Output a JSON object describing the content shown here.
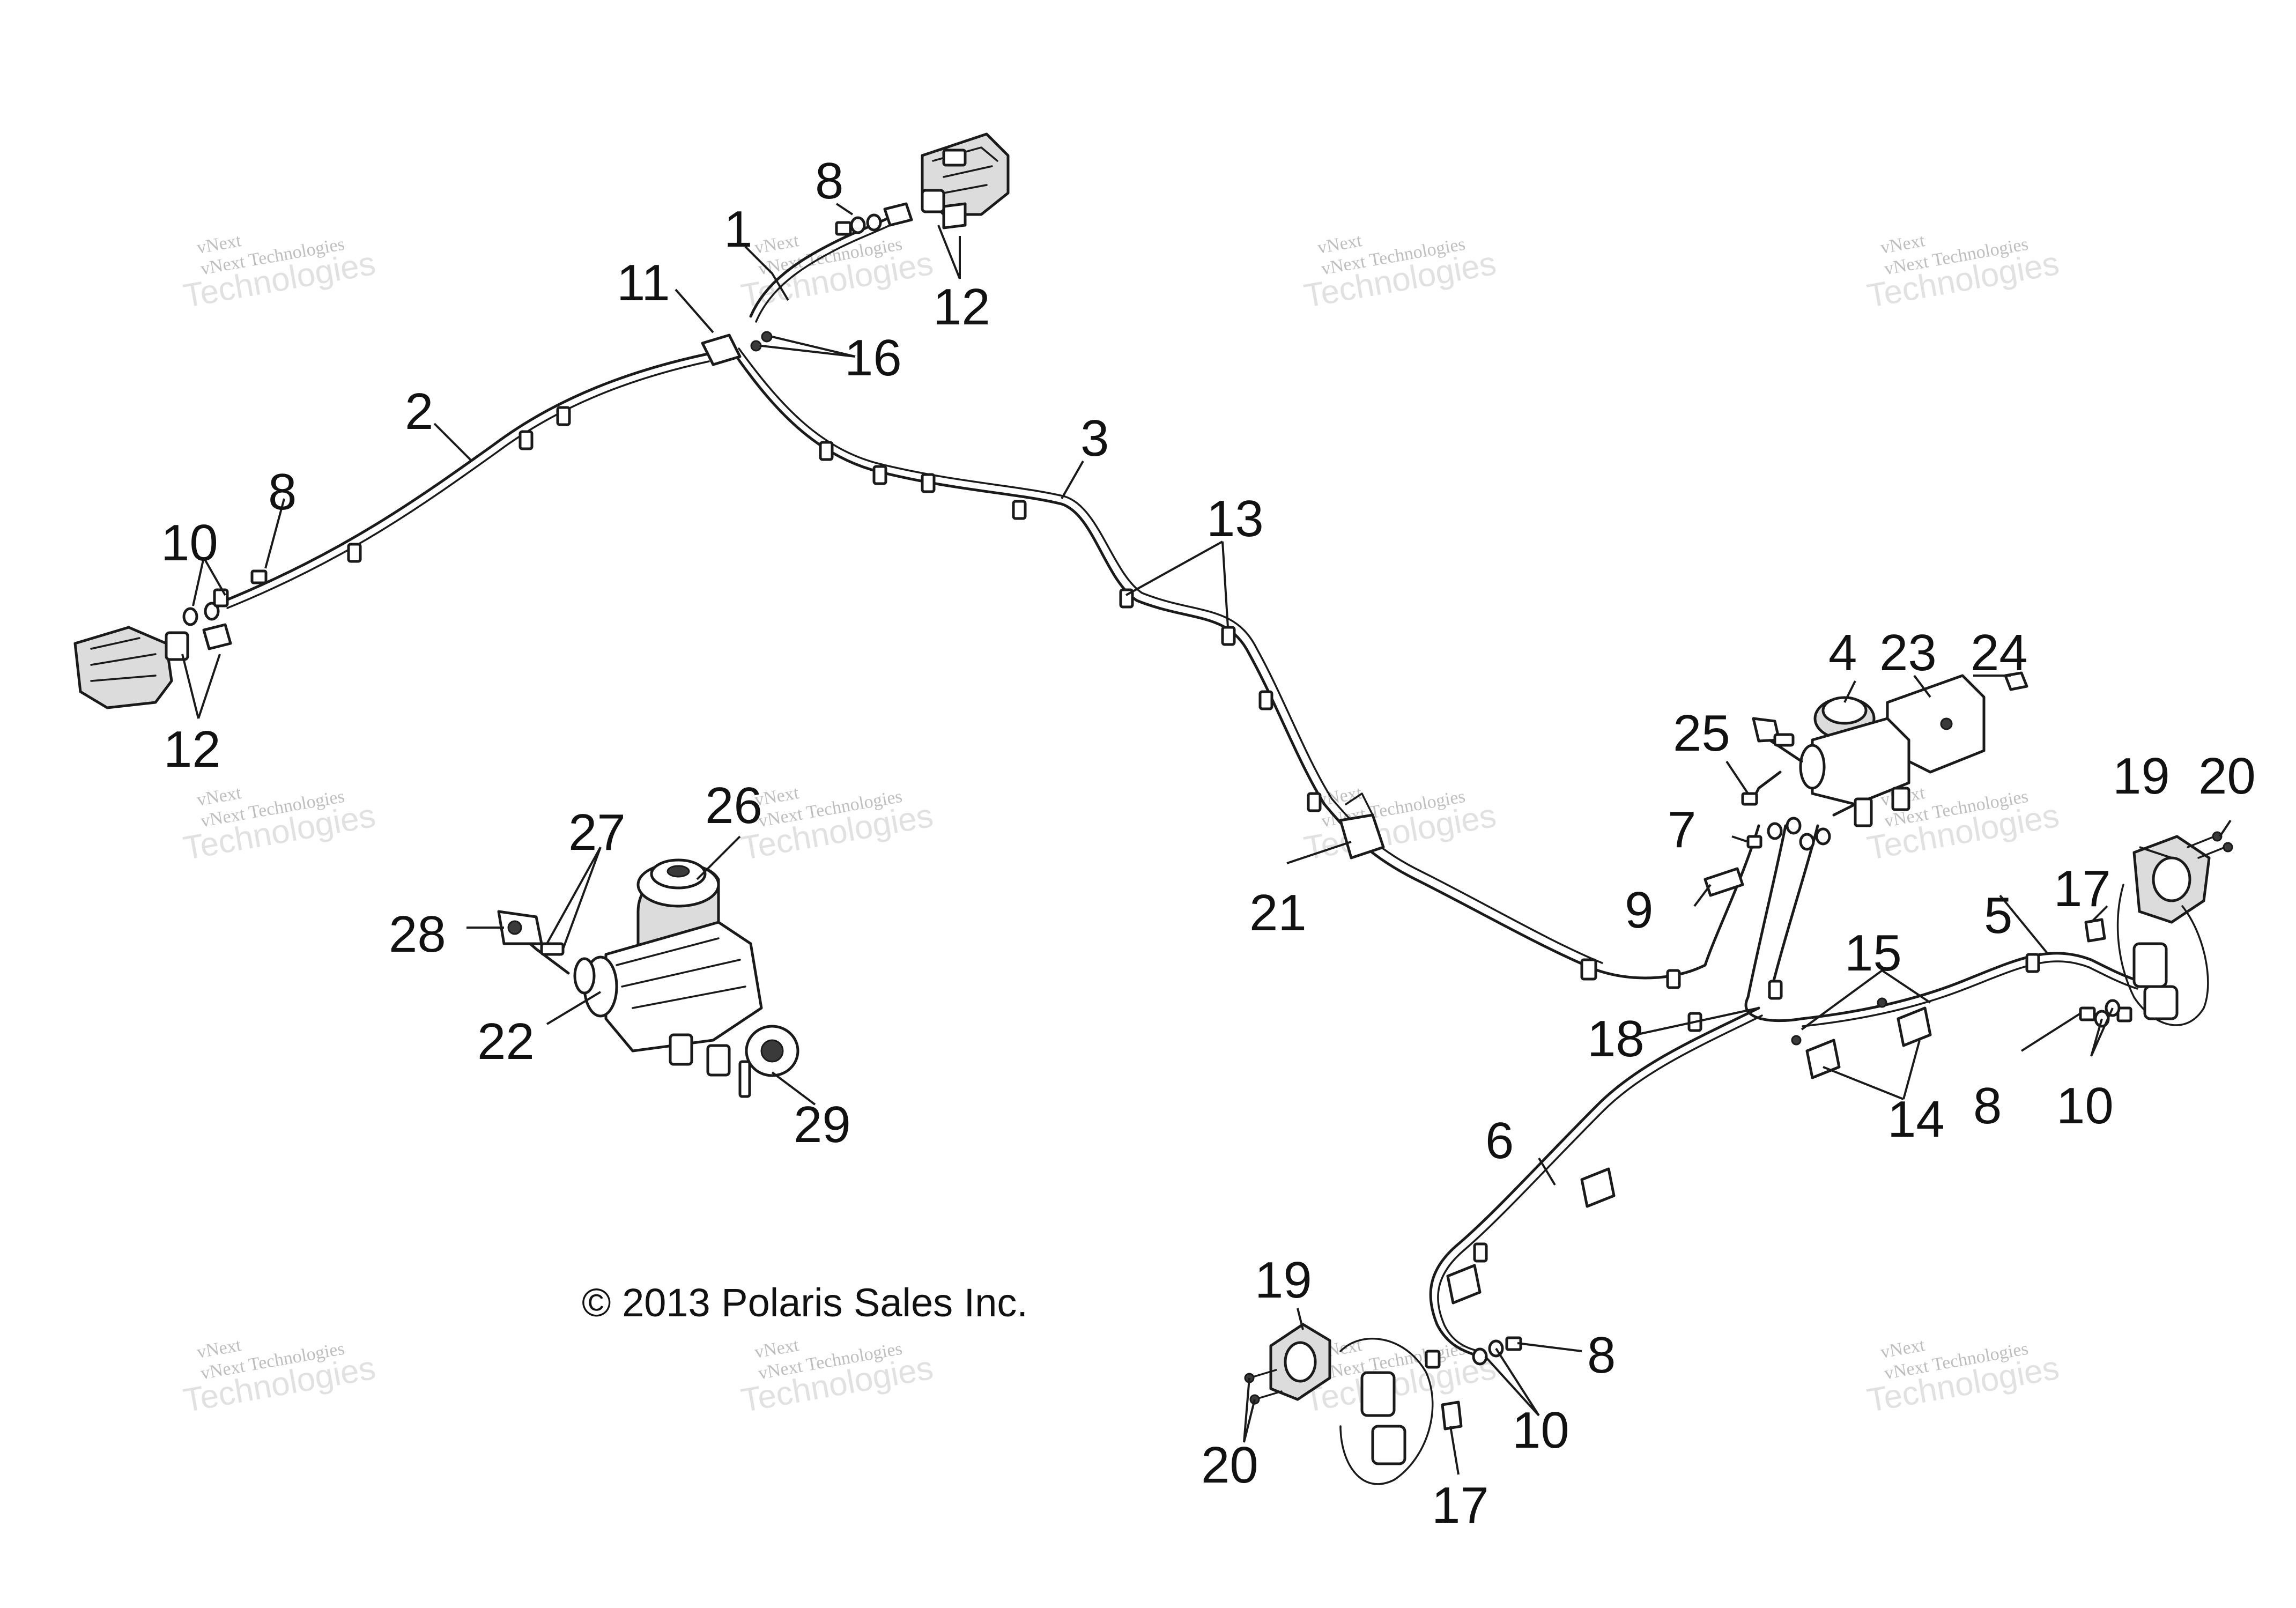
{
  "diagram": {
    "copyright": "© 2013 Polaris Sales Inc.",
    "callouts": [
      {
        "id": "c1",
        "text": "1"
      },
      {
        "id": "c2",
        "text": "2"
      },
      {
        "id": "c3",
        "text": "3"
      },
      {
        "id": "c4",
        "text": "4"
      },
      {
        "id": "c5",
        "text": "5"
      },
      {
        "id": "c6",
        "text": "6"
      },
      {
        "id": "c7",
        "text": "7"
      },
      {
        "id": "c8a",
        "text": "8"
      },
      {
        "id": "c8b",
        "text": "8"
      },
      {
        "id": "c8c",
        "text": "8"
      },
      {
        "id": "c8d",
        "text": "8"
      },
      {
        "id": "c9",
        "text": "9"
      },
      {
        "id": "c10a",
        "text": "10"
      },
      {
        "id": "c10b",
        "text": "10"
      },
      {
        "id": "c10c",
        "text": "10"
      },
      {
        "id": "c11",
        "text": "11"
      },
      {
        "id": "c12a",
        "text": "12"
      },
      {
        "id": "c12b",
        "text": "12"
      },
      {
        "id": "c13",
        "text": "13"
      },
      {
        "id": "c14",
        "text": "14"
      },
      {
        "id": "c15",
        "text": "15"
      },
      {
        "id": "c16",
        "text": "16"
      },
      {
        "id": "c17a",
        "text": "17"
      },
      {
        "id": "c17b",
        "text": "17"
      },
      {
        "id": "c18",
        "text": "18"
      },
      {
        "id": "c19a",
        "text": "19"
      },
      {
        "id": "c19b",
        "text": "19"
      },
      {
        "id": "c20a",
        "text": "20"
      },
      {
        "id": "c20b",
        "text": "20"
      },
      {
        "id": "c21",
        "text": "21"
      },
      {
        "id": "c22",
        "text": "22"
      },
      {
        "id": "c23",
        "text": "23"
      },
      {
        "id": "c24",
        "text": "24"
      },
      {
        "id": "c25",
        "text": "25"
      },
      {
        "id": "c26",
        "text": "26"
      },
      {
        "id": "c27",
        "text": "27"
      },
      {
        "id": "c28",
        "text": "28"
      },
      {
        "id": "c29",
        "text": "29"
      }
    ]
  },
  "watermark": {
    "line1": "vNext Technologies",
    "line2": "Technologies",
    "line3": "vNext"
  }
}
